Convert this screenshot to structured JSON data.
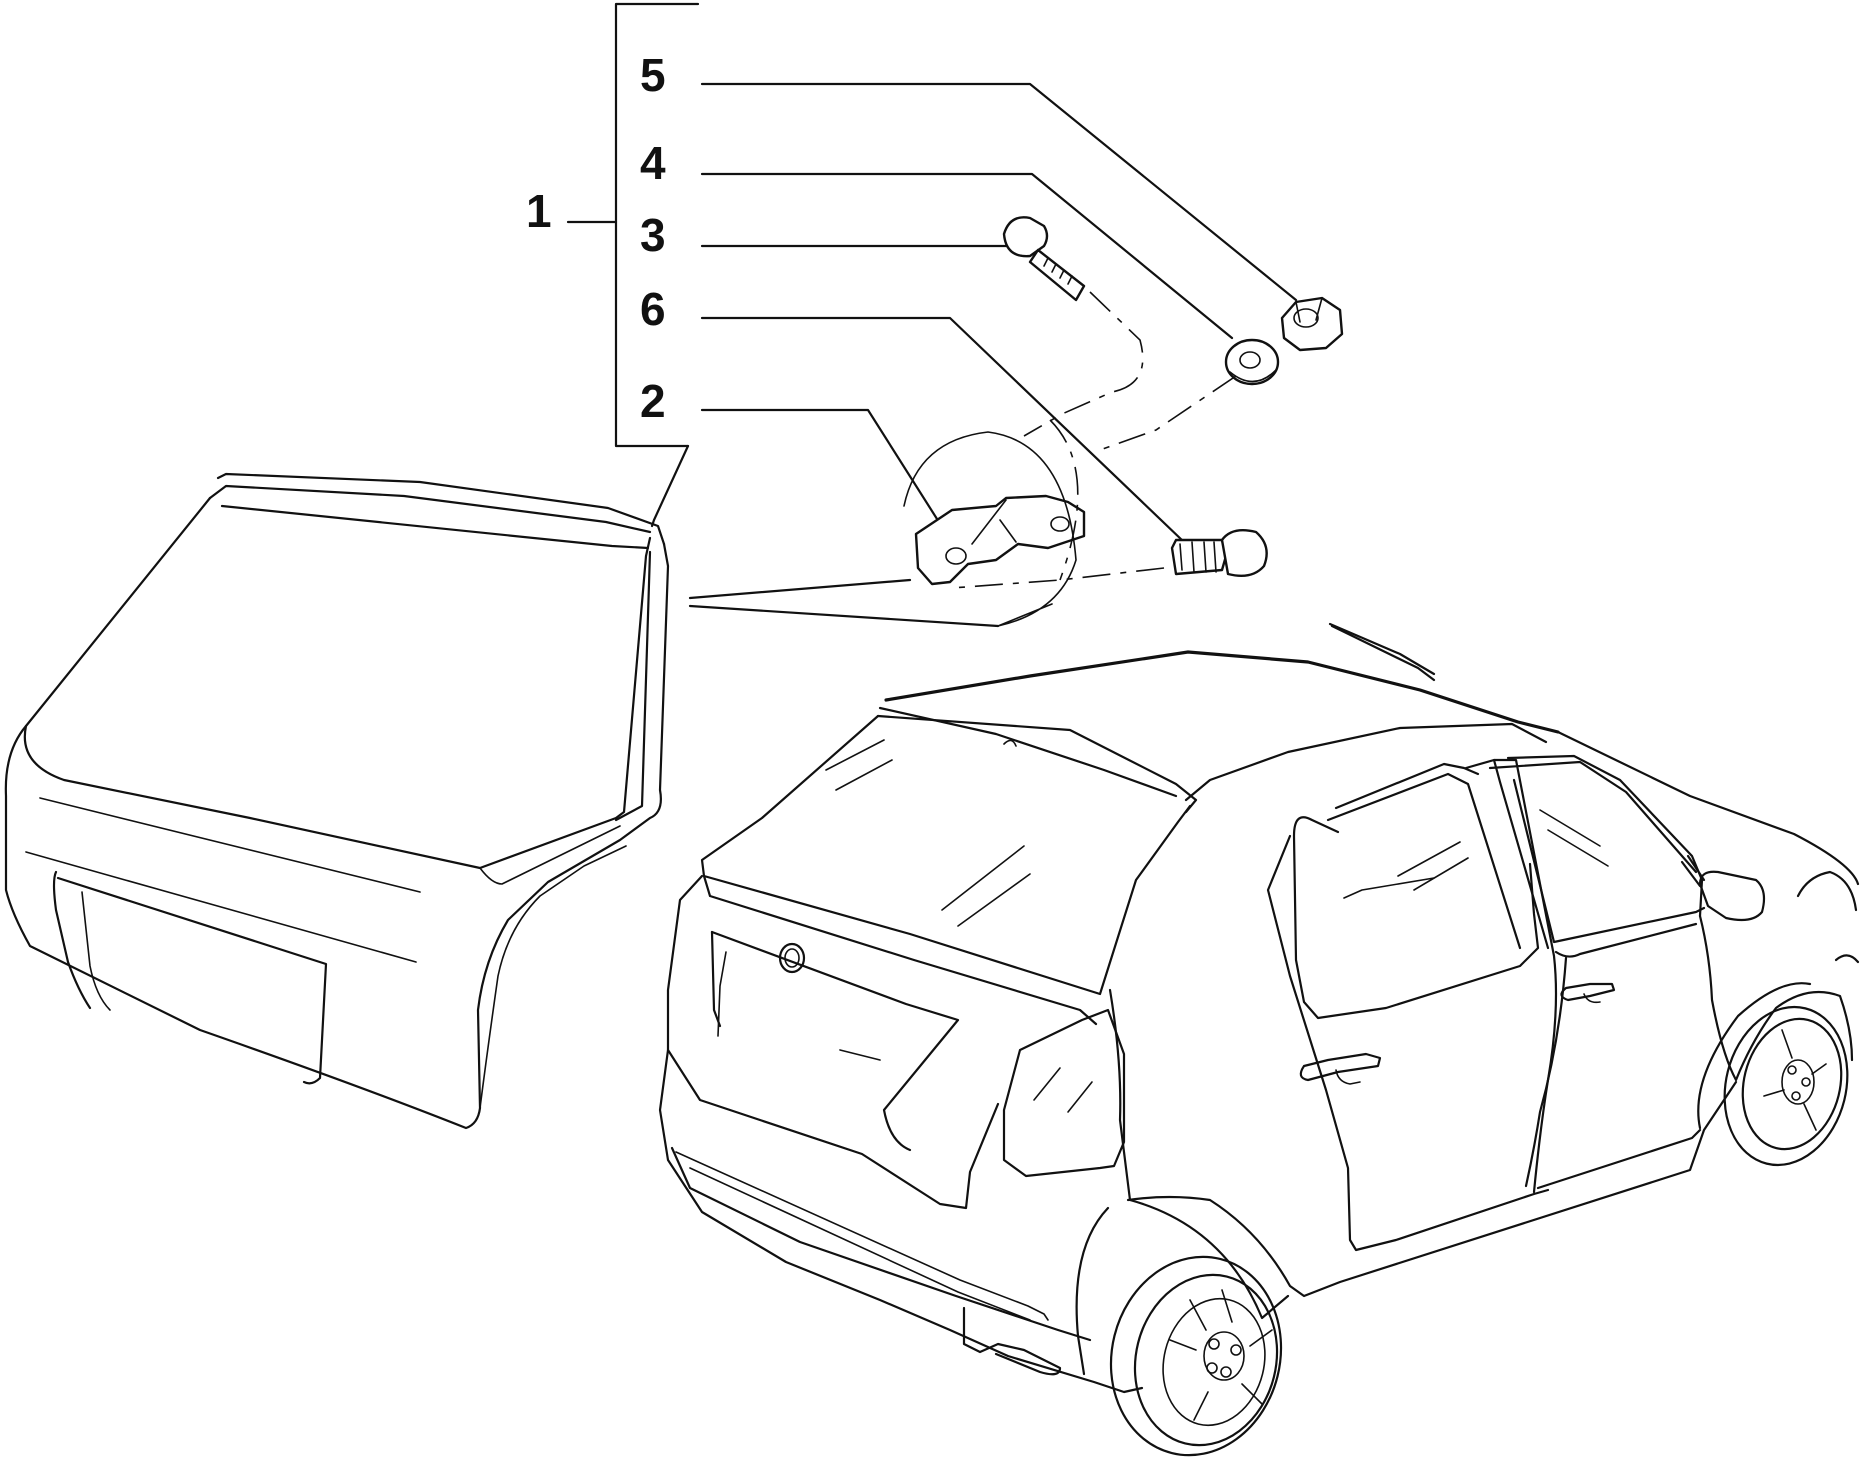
{
  "callouts": {
    "c1": "1",
    "c2": "2",
    "c3": "3",
    "c4": "4",
    "c5": "5",
    "c6": "6"
  },
  "colors": {
    "ink": "#111111",
    "background": "#ffffff"
  }
}
